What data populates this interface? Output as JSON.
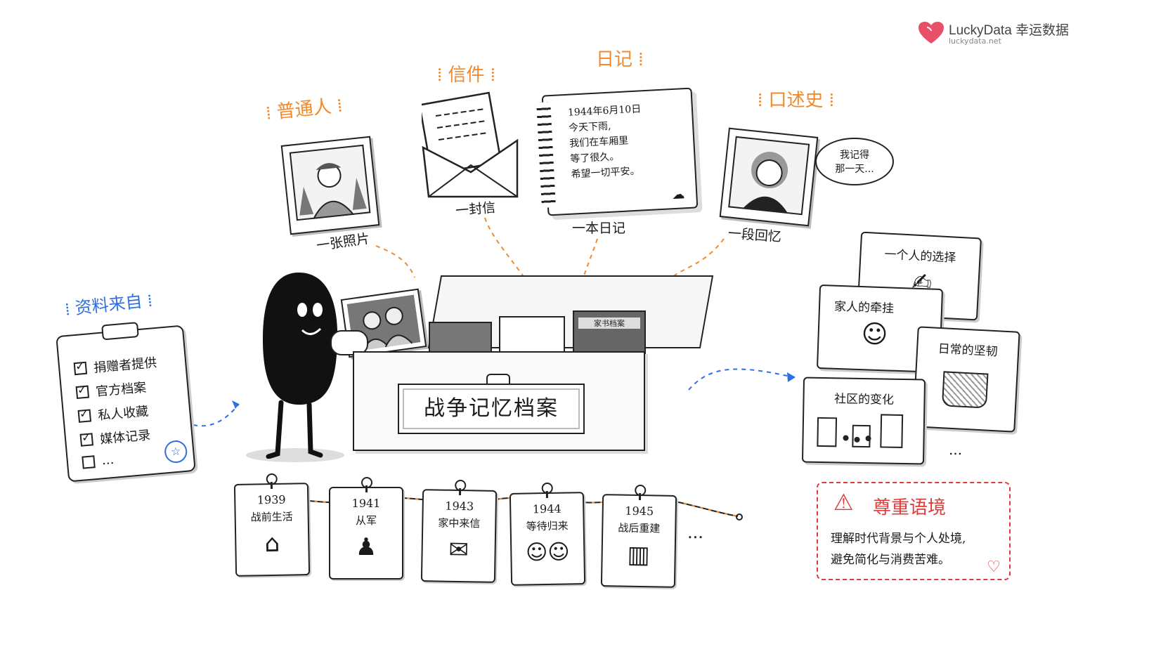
{
  "brand": {
    "name": "LuckyData 幸运数据",
    "url": "luckydata.net",
    "color": "#e8506a"
  },
  "colors": {
    "orange": "#f08a2c",
    "blue": "#2f6fe0",
    "red": "#e03a3a",
    "ink": "#1a1a1a"
  },
  "sources_title": "资料来自",
  "sources": [
    {
      "label": "捐赠者提供",
      "checked": true
    },
    {
      "label": "官方档案",
      "checked": true
    },
    {
      "label": "私人收藏",
      "checked": true
    },
    {
      "label": "媒体记录",
      "checked": true
    },
    {
      "label": "...",
      "checked": false
    }
  ],
  "items": [
    {
      "tag": "普通人",
      "caption": "一张照片"
    },
    {
      "tag": "信件",
      "caption": "一封信"
    },
    {
      "tag": "日记",
      "caption": "一本日记"
    },
    {
      "tag": "口述史",
      "caption": "一段回忆"
    }
  ],
  "diary_lines": [
    "1944年6月10日",
    "今天下雨,",
    "我们在车厢里",
    "等了很久。",
    "希望一切平安。"
  ],
  "speech": [
    "我记得",
    "那一天..."
  ],
  "archive_label": "战争记忆档案",
  "book_title": "家书档案",
  "stories": [
    "一个人的选择",
    "家人的牵挂",
    "日常的坚韧",
    "社区的变化",
    "..."
  ],
  "timeline": [
    {
      "year": "1939",
      "label": "战前生活"
    },
    {
      "year": "1941",
      "label": "从军"
    },
    {
      "year": "1943",
      "label": "家中来信"
    },
    {
      "year": "1944",
      "label": "等待归来"
    },
    {
      "year": "1945",
      "label": "战后重建"
    }
  ],
  "timeline_more": "...",
  "notice": {
    "title": "尊重语境",
    "line1": "理解时代背景与个人处境,",
    "line2": "避免简化与消费苦难。"
  }
}
